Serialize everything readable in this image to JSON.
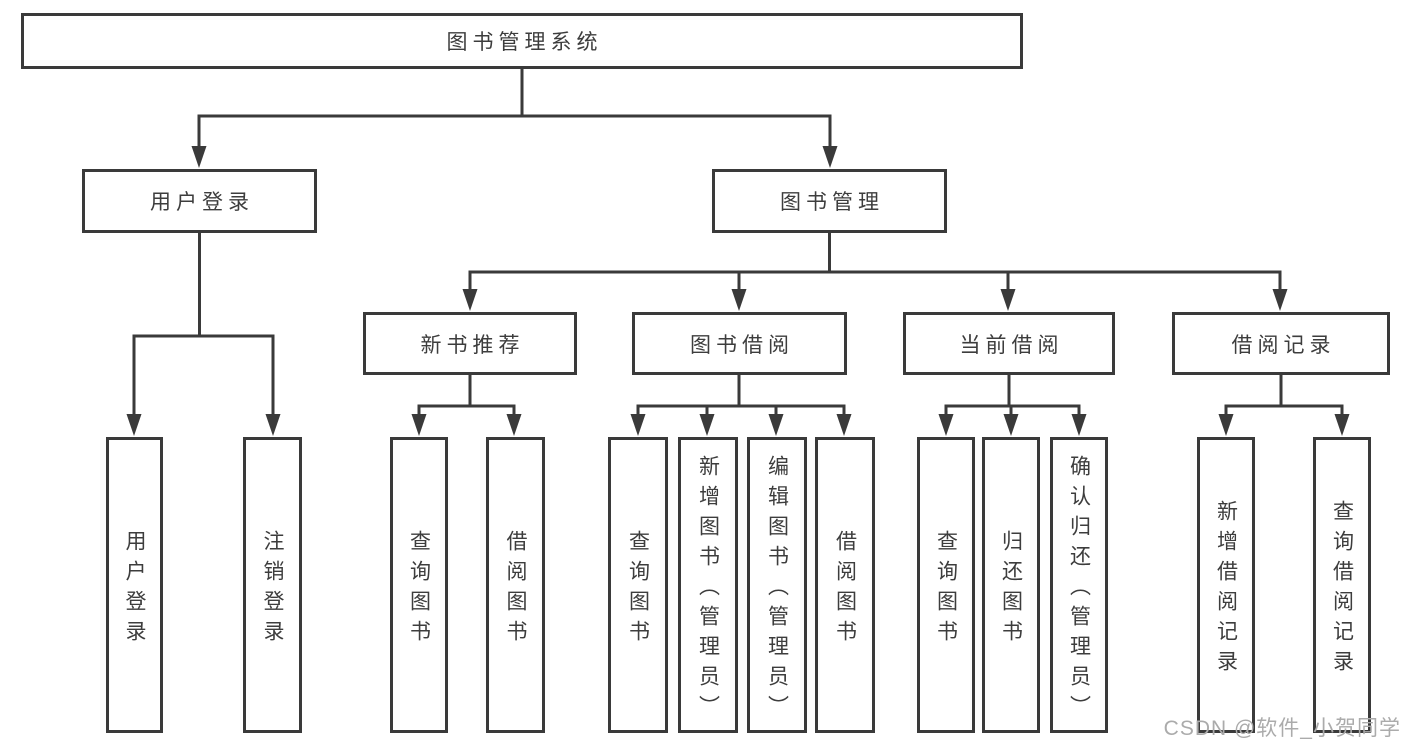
{
  "tree": {
    "label": "图书管理系统",
    "children": [
      {
        "label": "用户登录",
        "children": [
          {
            "label": "用户登录"
          },
          {
            "label": "注销登录"
          }
        ]
      },
      {
        "label": "图书管理",
        "children": [
          {
            "label": "新书推荐",
            "children": [
              {
                "label": "查询图书"
              },
              {
                "label": "借阅图书"
              }
            ]
          },
          {
            "label": "图书借阅",
            "children": [
              {
                "label": "查询图书"
              },
              {
                "label": "新增图书（管理员）"
              },
              {
                "label": "编辑图书（管理员）"
              },
              {
                "label": "借阅图书"
              }
            ]
          },
          {
            "label": "当前借阅",
            "children": [
              {
                "label": "查询图书"
              },
              {
                "label": "归还图书"
              },
              {
                "label": "确认归还（管理员）"
              }
            ]
          },
          {
            "label": "借阅记录",
            "children": [
              {
                "label": "新增借阅记录"
              },
              {
                "label": "查询借阅记录"
              }
            ]
          }
        ]
      }
    ]
  },
  "watermark": "CSDN @软件_小贺同学",
  "colors": {
    "line": "#3a3a3a",
    "text": "#3d3d3d",
    "watermark": "#ababab",
    "background": "#ffffff"
  }
}
